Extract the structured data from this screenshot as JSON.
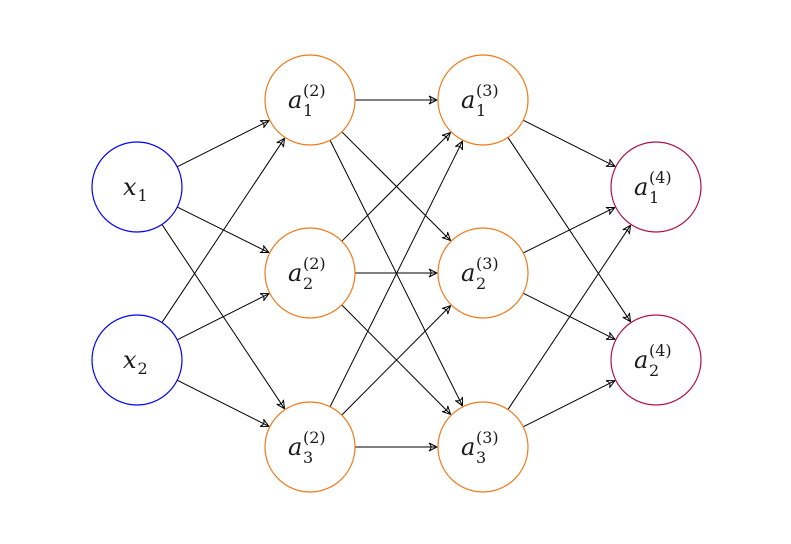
{
  "diagram": {
    "type": "neural-network",
    "colors": {
      "input": "#0000ff",
      "hidden": "#f07a1a",
      "output": "#b0104a",
      "edge": "#000000"
    },
    "nodes": [
      {
        "id": "x1",
        "layer": "input",
        "base": "x",
        "sub": "1",
        "sup": ""
      },
      {
        "id": "x2",
        "layer": "input",
        "base": "x",
        "sub": "2",
        "sup": ""
      },
      {
        "id": "a12",
        "layer": "hidden",
        "base": "a",
        "sub": "1",
        "sup": "(2)"
      },
      {
        "id": "a22",
        "layer": "hidden",
        "base": "a",
        "sub": "2",
        "sup": "(2)"
      },
      {
        "id": "a32",
        "layer": "hidden",
        "base": "a",
        "sub": "3",
        "sup": "(2)"
      },
      {
        "id": "a13",
        "layer": "hidden",
        "base": "a",
        "sub": "1",
        "sup": "(3)"
      },
      {
        "id": "a23",
        "layer": "hidden",
        "base": "a",
        "sub": "2",
        "sup": "(3)"
      },
      {
        "id": "a33",
        "layer": "hidden",
        "base": "a",
        "sub": "3",
        "sup": "(3)"
      },
      {
        "id": "a14",
        "layer": "output",
        "base": "a",
        "sub": "1",
        "sup": "(4)"
      },
      {
        "id": "a24",
        "layer": "output",
        "base": "a",
        "sub": "2",
        "sup": "(4)"
      }
    ],
    "edges": [
      [
        "x1",
        "a12"
      ],
      [
        "x1",
        "a22"
      ],
      [
        "x1",
        "a32"
      ],
      [
        "x2",
        "a12"
      ],
      [
        "x2",
        "a22"
      ],
      [
        "x2",
        "a32"
      ],
      [
        "a12",
        "a13"
      ],
      [
        "a12",
        "a23"
      ],
      [
        "a12",
        "a33"
      ],
      [
        "a22",
        "a13"
      ],
      [
        "a22",
        "a23"
      ],
      [
        "a22",
        "a33"
      ],
      [
        "a32",
        "a13"
      ],
      [
        "a32",
        "a23"
      ],
      [
        "a32",
        "a33"
      ],
      [
        "a13",
        "a14"
      ],
      [
        "a13",
        "a24"
      ],
      [
        "a23",
        "a14"
      ],
      [
        "a23",
        "a24"
      ],
      [
        "a33",
        "a14"
      ],
      [
        "a33",
        "a24"
      ]
    ]
  }
}
